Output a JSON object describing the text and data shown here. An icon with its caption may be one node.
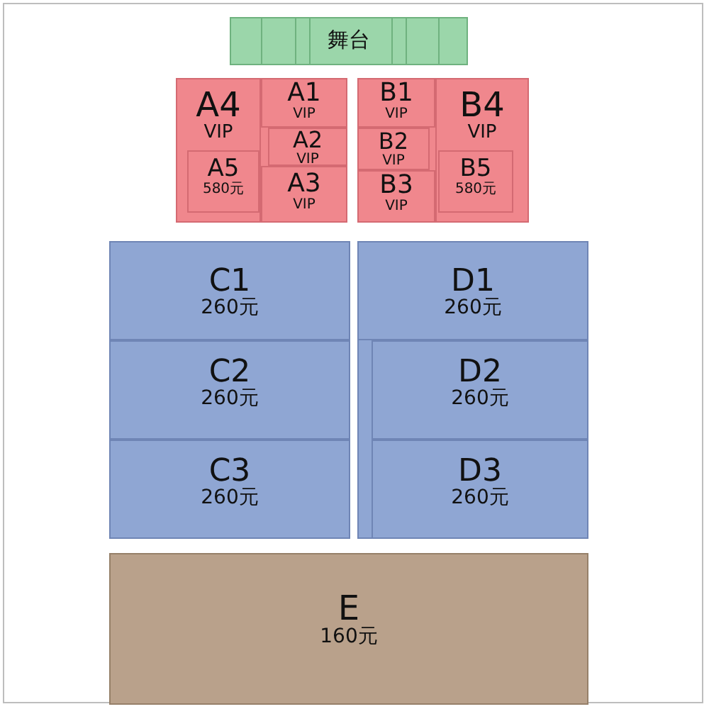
{
  "diagram": {
    "nodes": [
      {
        "text": [
          "舞台"
        ]
      },
      {
        "text": [
          "A4",
          "VIP"
        ]
      },
      {
        "text": [
          "A1",
          "VIP"
        ]
      },
      {
        "text": [
          "A2",
          "VIP"
        ]
      },
      {
        "text": [
          "A3",
          "VIP"
        ]
      },
      {
        "text": [
          "A5",
          "580元"
        ],
        "in": 1
      },
      {
        "text": [
          "B1",
          "VIP"
        ]
      },
      {
        "text": [
          "B2",
          "VIP"
        ]
      },
      {
        "text": [
          "B3",
          "VIP"
        ]
      },
      {
        "text": [
          "B4",
          "VIP"
        ]
      },
      {
        "text": [
          "B5",
          "580元"
        ],
        "in": 9
      },
      {
        "text": [
          "C1",
          "260元"
        ]
      },
      {
        "text": [
          "C2",
          "260元"
        ]
      },
      {
        "text": [
          "C3",
          "260元"
        ]
      },
      {
        "text": [
          "D1",
          "260元"
        ]
      },
      {
        "text": [
          "D2",
          "260元"
        ]
      },
      {
        "text": [
          "D3",
          "260元"
        ]
      },
      {
        "text": [
          "E",
          "160元"
        ]
      }
    ]
  }
}
